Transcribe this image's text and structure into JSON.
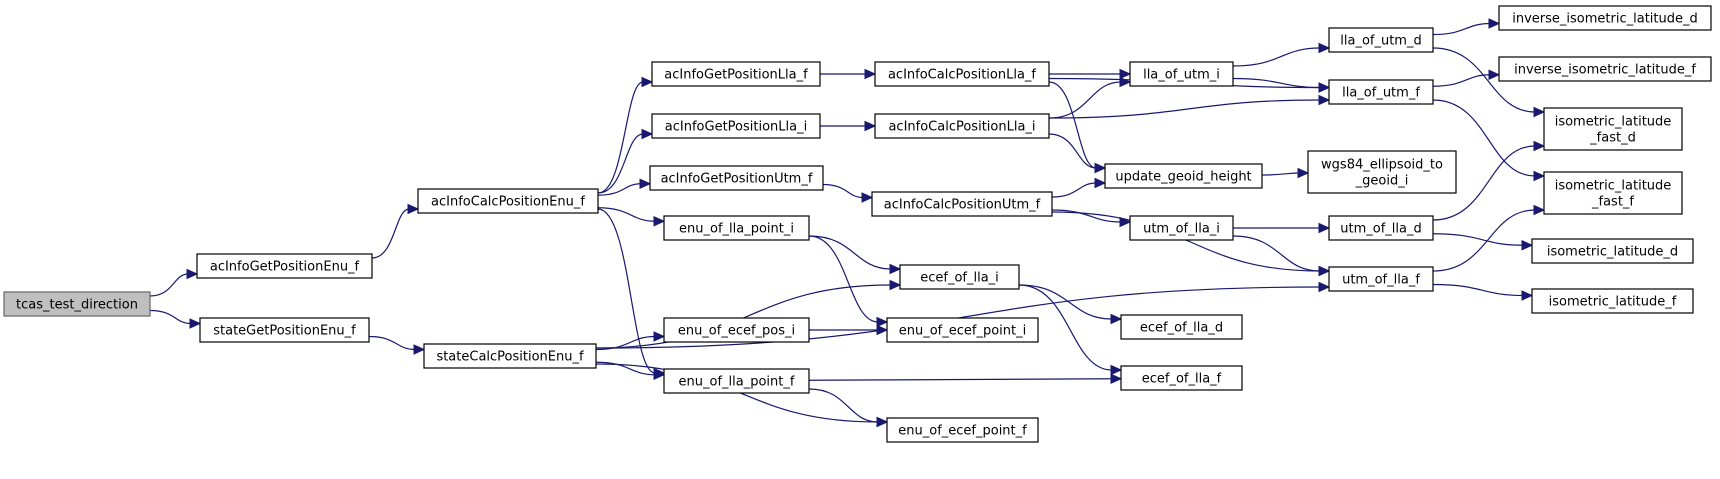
{
  "nodes": [
    {
      "id": "tcas_test_direction",
      "lines": [
        "tcas_test_direction"
      ],
      "root": true
    },
    {
      "id": "acInfoGetPositionEnu_f",
      "lines": [
        "acInfoGetPositionEnu_f"
      ]
    },
    {
      "id": "stateGetPositionEnu_f",
      "lines": [
        "stateGetPositionEnu_f"
      ]
    },
    {
      "id": "acInfoCalcPositionEnu_f",
      "lines": [
        "acInfoCalcPositionEnu_f"
      ]
    },
    {
      "id": "stateCalcPositionEnu_f",
      "lines": [
        "stateCalcPositionEnu_f"
      ]
    },
    {
      "id": "acInfoGetPositionLla_f",
      "lines": [
        "acInfoGetPositionLla_f"
      ]
    },
    {
      "id": "acInfoGetPositionLla_i",
      "lines": [
        "acInfoGetPositionLla_i"
      ]
    },
    {
      "id": "acInfoGetPositionUtm_f",
      "lines": [
        "acInfoGetPositionUtm_f"
      ]
    },
    {
      "id": "enu_of_lla_point_i",
      "lines": [
        "enu_of_lla_point_i"
      ]
    },
    {
      "id": "enu_of_ecef_pos_i",
      "lines": [
        "enu_of_ecef_pos_i"
      ]
    },
    {
      "id": "enu_of_lla_point_f",
      "lines": [
        "enu_of_lla_point_f"
      ]
    },
    {
      "id": "acInfoCalcPositionLla_f",
      "lines": [
        "acInfoCalcPositionLla_f"
      ]
    },
    {
      "id": "acInfoCalcPositionLla_i",
      "lines": [
        "acInfoCalcPositionLla_i"
      ]
    },
    {
      "id": "acInfoCalcPositionUtm_f",
      "lines": [
        "acInfoCalcPositionUtm_f"
      ]
    },
    {
      "id": "ecef_of_lla_i",
      "lines": [
        "ecef_of_lla_i"
      ]
    },
    {
      "id": "enu_of_ecef_point_i",
      "lines": [
        "enu_of_ecef_point_i"
      ]
    },
    {
      "id": "enu_of_ecef_point_f",
      "lines": [
        "enu_of_ecef_point_f"
      ]
    },
    {
      "id": "lla_of_utm_i",
      "lines": [
        "lla_of_utm_i"
      ]
    },
    {
      "id": "update_geoid_height",
      "lines": [
        "update_geoid_height"
      ]
    },
    {
      "id": "utm_of_lla_i",
      "lines": [
        "utm_of_lla_i"
      ]
    },
    {
      "id": "ecef_of_lla_d",
      "lines": [
        "ecef_of_lla_d"
      ]
    },
    {
      "id": "ecef_of_lla_f",
      "lines": [
        "ecef_of_lla_f"
      ]
    },
    {
      "id": "wgs84_ellipsoid_to_geoid_i",
      "lines": [
        "wgs84_ellipsoid_to",
        "_geoid_i"
      ]
    },
    {
      "id": "lla_of_utm_d",
      "lines": [
        "lla_of_utm_d"
      ]
    },
    {
      "id": "lla_of_utm_f",
      "lines": [
        "lla_of_utm_f"
      ]
    },
    {
      "id": "utm_of_lla_d",
      "lines": [
        "utm_of_lla_d"
      ]
    },
    {
      "id": "utm_of_lla_f",
      "lines": [
        "utm_of_lla_f"
      ]
    },
    {
      "id": "inverse_isometric_latitude_d",
      "lines": [
        "inverse_isometric_latitude_d"
      ]
    },
    {
      "id": "inverse_isometric_latitude_f",
      "lines": [
        "inverse_isometric_latitude_f"
      ]
    },
    {
      "id": "isometric_latitude_fast_d",
      "lines": [
        "isometric_latitude",
        "_fast_d"
      ]
    },
    {
      "id": "isometric_latitude_fast_f",
      "lines": [
        "isometric_latitude",
        "_fast_f"
      ]
    },
    {
      "id": "isometric_latitude_d",
      "lines": [
        "isometric_latitude_d"
      ]
    },
    {
      "id": "isometric_latitude_f",
      "lines": [
        "isometric_latitude_f"
      ]
    }
  ],
  "edges": [
    [
      "tcas_test_direction",
      "acInfoGetPositionEnu_f"
    ],
    [
      "tcas_test_direction",
      "stateGetPositionEnu_f"
    ],
    [
      "acInfoGetPositionEnu_f",
      "acInfoCalcPositionEnu_f"
    ],
    [
      "stateGetPositionEnu_f",
      "stateCalcPositionEnu_f"
    ],
    [
      "acInfoCalcPositionEnu_f",
      "acInfoGetPositionLla_f"
    ],
    [
      "acInfoCalcPositionEnu_f",
      "acInfoGetPositionLla_i"
    ],
    [
      "acInfoCalcPositionEnu_f",
      "acInfoGetPositionUtm_f"
    ],
    [
      "acInfoCalcPositionEnu_f",
      "enu_of_lla_point_i"
    ],
    [
      "acInfoCalcPositionEnu_f",
      "enu_of_lla_point_f"
    ],
    [
      "acInfoGetPositionLla_f",
      "acInfoCalcPositionLla_f"
    ],
    [
      "acInfoGetPositionLla_i",
      "acInfoCalcPositionLla_i"
    ],
    [
      "acInfoGetPositionUtm_f",
      "acInfoCalcPositionUtm_f"
    ],
    [
      "acInfoCalcPositionLla_f",
      "lla_of_utm_i"
    ],
    [
      "acInfoCalcPositionLla_f",
      "lla_of_utm_f"
    ],
    [
      "acInfoCalcPositionLla_f",
      "update_geoid_height"
    ],
    [
      "acInfoCalcPositionLla_i",
      "lla_of_utm_i"
    ],
    [
      "acInfoCalcPositionLla_i",
      "lla_of_utm_f"
    ],
    [
      "acInfoCalcPositionLla_i",
      "update_geoid_height"
    ],
    [
      "acInfoCalcPositionUtm_f",
      "update_geoid_height"
    ],
    [
      "acInfoCalcPositionUtm_f",
      "utm_of_lla_i"
    ],
    [
      "acInfoCalcPositionUtm_f",
      "utm_of_lla_f"
    ],
    [
      "update_geoid_height",
      "wgs84_ellipsoid_to_geoid_i"
    ],
    [
      "lla_of_utm_i",
      "lla_of_utm_d"
    ],
    [
      "lla_of_utm_i",
      "lla_of_utm_f"
    ],
    [
      "lla_of_utm_d",
      "inverse_isometric_latitude_d"
    ],
    [
      "lla_of_utm_d",
      "isometric_latitude_fast_d"
    ],
    [
      "lla_of_utm_f",
      "inverse_isometric_latitude_f"
    ],
    [
      "lla_of_utm_f",
      "isometric_latitude_fast_f"
    ],
    [
      "utm_of_lla_i",
      "utm_of_lla_d"
    ],
    [
      "utm_of_lla_i",
      "utm_of_lla_f"
    ],
    [
      "utm_of_lla_d",
      "isometric_latitude_fast_d"
    ],
    [
      "utm_of_lla_d",
      "isometric_latitude_d"
    ],
    [
      "utm_of_lla_f",
      "isometric_latitude_fast_f"
    ],
    [
      "utm_of_lla_f",
      "isometric_latitude_f"
    ],
    [
      "enu_of_lla_point_i",
      "ecef_of_lla_i"
    ],
    [
      "enu_of_lla_point_i",
      "enu_of_ecef_point_i"
    ],
    [
      "stateCalcPositionEnu_f",
      "ecef_of_lla_i"
    ],
    [
      "stateCalcPositionEnu_f",
      "enu_of_ecef_pos_i"
    ],
    [
      "stateCalcPositionEnu_f",
      "enu_of_lla_point_f"
    ],
    [
      "stateCalcPositionEnu_f",
      "enu_of_ecef_point_f"
    ],
    [
      "stateCalcPositionEnu_f",
      "utm_of_lla_f"
    ],
    [
      "enu_of_ecef_pos_i",
      "enu_of_ecef_point_i"
    ],
    [
      "enu_of_lla_point_f",
      "ecef_of_lla_f"
    ],
    [
      "enu_of_lla_point_f",
      "enu_of_ecef_point_f"
    ],
    [
      "ecef_of_lla_i",
      "ecef_of_lla_d"
    ],
    [
      "ecef_of_lla_i",
      "ecef_of_lla_f"
    ]
  ],
  "colors": {
    "edge": "#191970",
    "node_border": "#000000",
    "root_fill": "#bfbfbf",
    "root_border": "#666666"
  }
}
